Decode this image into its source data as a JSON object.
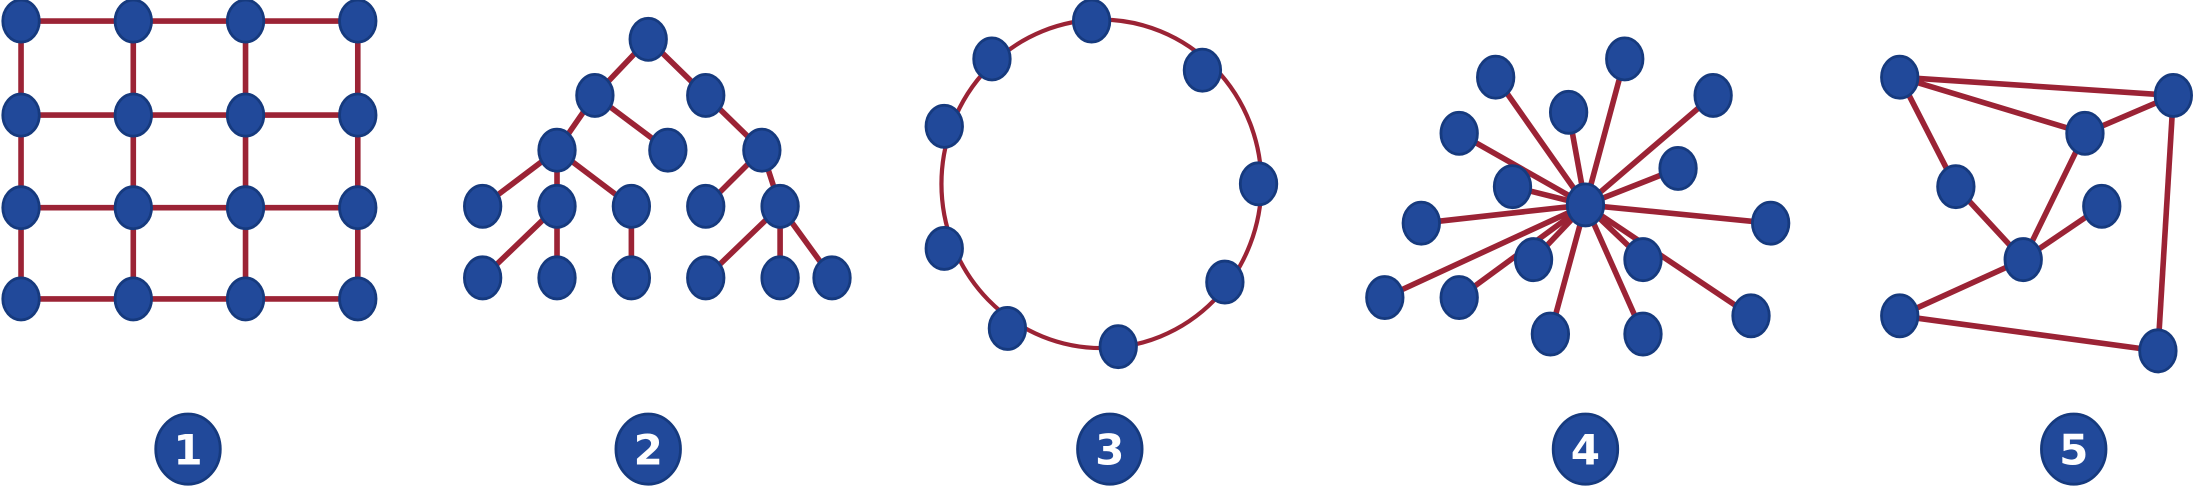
{
  "colors": {
    "node": "#21499a",
    "node_border": "#163a7e",
    "edge": "#9b2335",
    "label_text": "#ffffff"
  },
  "diagrams": [
    {
      "label": "1",
      "topology": "mesh"
    },
    {
      "label": "2",
      "topology": "tree"
    },
    {
      "label": "3",
      "topology": "ring"
    },
    {
      "label": "4",
      "topology": "star"
    },
    {
      "label": "5",
      "topology": "irregular"
    }
  ]
}
